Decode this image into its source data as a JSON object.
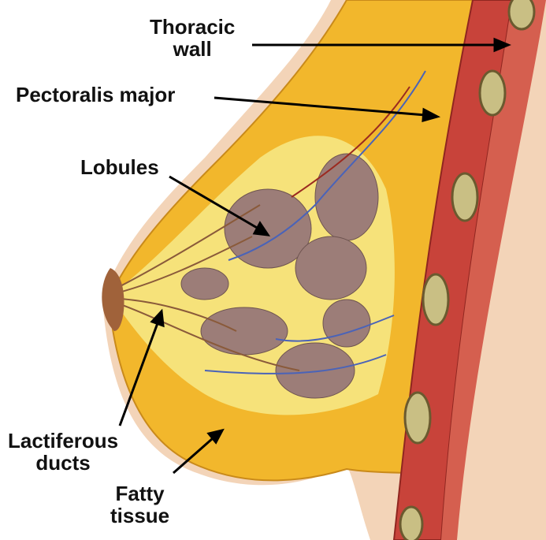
{
  "labels": {
    "thoracic_wall": [
      "Thoracic",
      "wall"
    ],
    "pectoralis_major": "Pectoralis major",
    "lobules": "Lobules",
    "lactiferous_ducts": [
      "Lactiferous",
      "ducts"
    ],
    "fatty_tissue": [
      "Fatty",
      "tissue"
    ]
  },
  "colors": {
    "skin": "#f3d4b8",
    "fat": "#f2b72c",
    "muscle": "#c8433a",
    "lobule": "#9c7d78",
    "vein": "#4a63b8",
    "rib": "#c9bf84"
  }
}
